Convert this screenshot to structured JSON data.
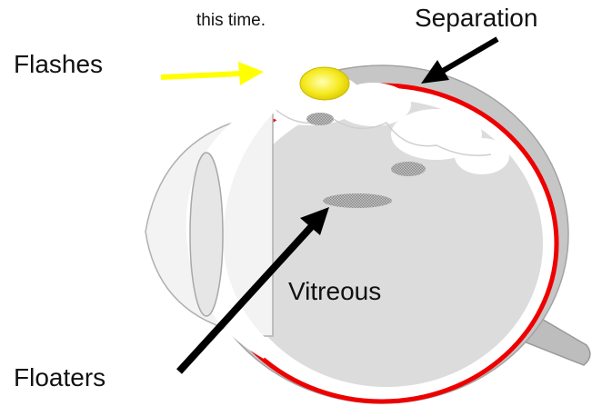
{
  "labels": {
    "caption_fragment": "this time.",
    "separation": "Separation",
    "flashes": "Flashes",
    "vitreous": "Vitreous",
    "floaters": "Floaters"
  },
  "colors": {
    "retina": "#ee0000",
    "sclera": "#bdbdbd",
    "vitreous": "#dcdcdc",
    "flash": "#f2e600",
    "flash_arrow": "#ffff00",
    "arrow": "#000000",
    "floater": "#9a9a9a"
  },
  "icons": {
    "flash_glow": "yellow-ellipse",
    "arrows": "filled-triangle-head"
  }
}
